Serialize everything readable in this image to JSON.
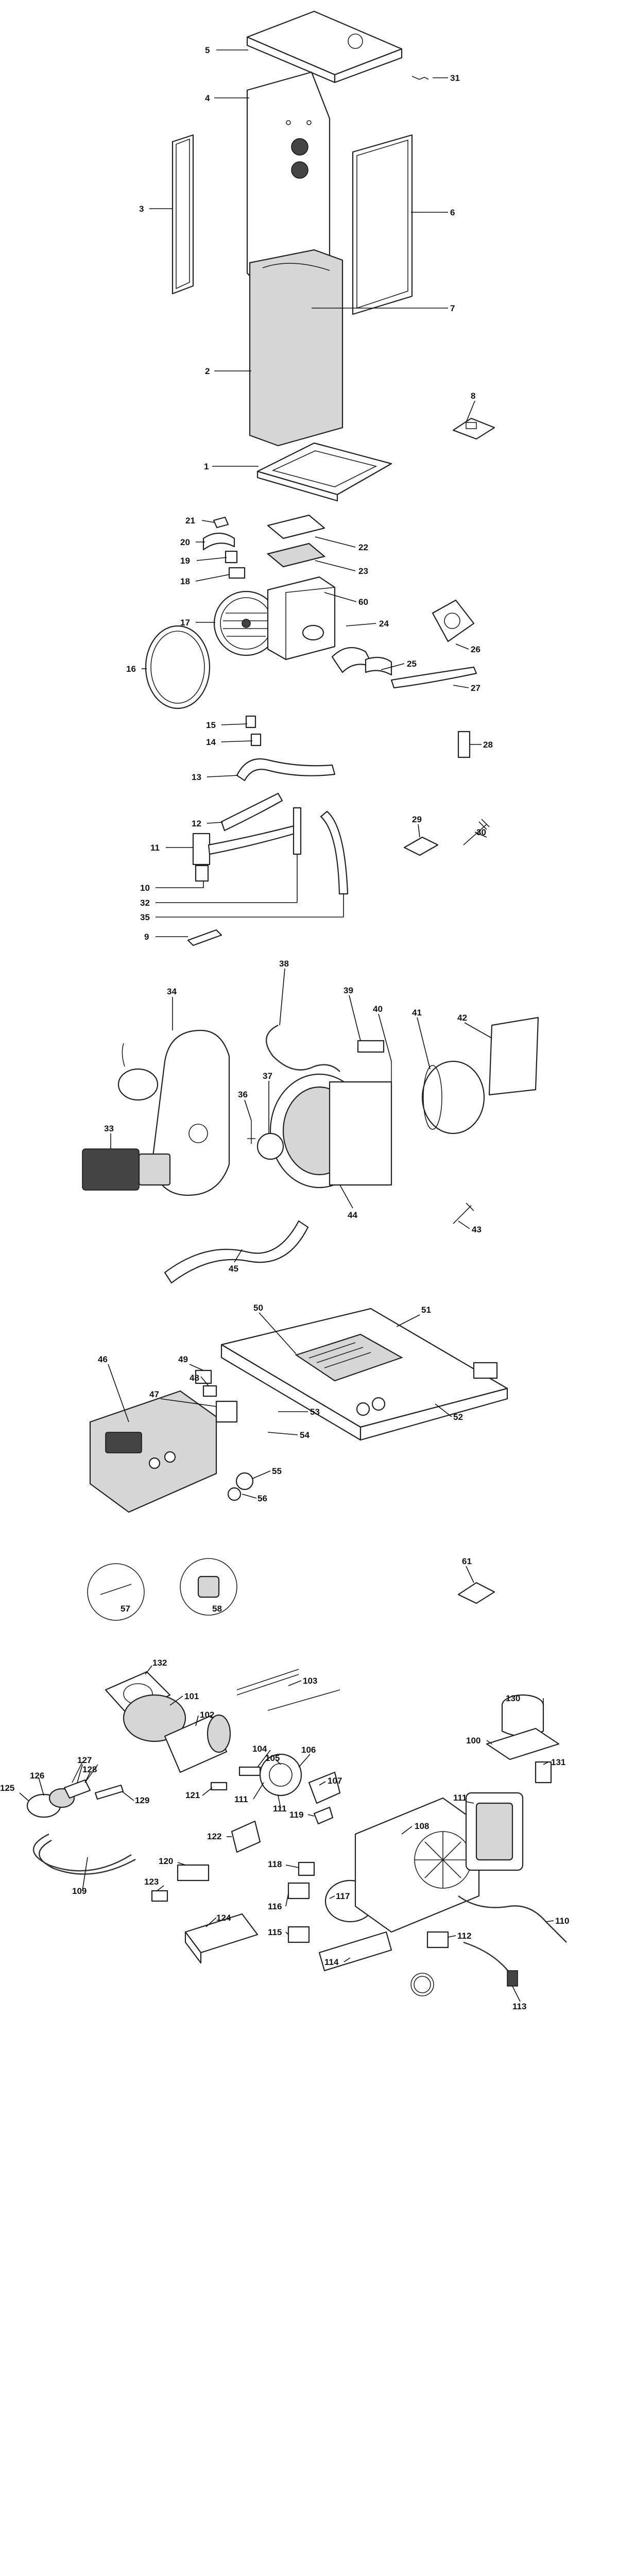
{
  "callouts": {
    "c1": "1",
    "c2": "2",
    "c3": "3",
    "c4": "4",
    "c5": "5",
    "c6": "6",
    "c7": "7",
    "c8": "8",
    "c9": "9",
    "c10": "10",
    "c11": "11",
    "c12": "12",
    "c13": "13",
    "c14": "14",
    "c15": "15",
    "c16": "16",
    "c17": "17",
    "c18": "18",
    "c19": "19",
    "c20": "20",
    "c21": "21",
    "c22": "22",
    "c23": "23",
    "c24": "24",
    "c25": "25",
    "c26": "26",
    "c27": "27",
    "c28": "28",
    "c29": "29",
    "c30": "30",
    "c31": "31",
    "c32": "32",
    "c33": "33",
    "c34": "34",
    "c35": "35",
    "c36": "36",
    "c37": "37",
    "c38": "38",
    "c39": "39",
    "c40": "40",
    "c41": "41",
    "c42": "42",
    "c43": "43",
    "c44": "44",
    "c45": "45",
    "c46": "46",
    "c47": "47",
    "c48": "48",
    "c49": "49",
    "c50": "50",
    "c51": "51",
    "c52": "52",
    "c53": "53",
    "c54": "54",
    "c55": "55",
    "c56": "56",
    "c57": "57",
    "c58": "58",
    "c60": "60",
    "c61": "61",
    "c100": "100",
    "c101": "101",
    "c102": "102",
    "c103": "103",
    "c104": "104",
    "c105": "105",
    "c106": "106",
    "c107": "107",
    "c108": "108",
    "c109": "109",
    "c110": "110",
    "c111a": "111",
    "c111b": "111",
    "c111c": "111",
    "c112": "112",
    "c113": "113",
    "c114": "114",
    "c115": "115",
    "c116": "116",
    "c117": "117",
    "c118": "118",
    "c119": "119",
    "c120": "120",
    "c121": "121",
    "c122": "122",
    "c123": "123",
    "c124": "124",
    "c125": "125",
    "c126": "126",
    "c127": "127",
    "c128": "128",
    "c129": "129",
    "c130": "130",
    "c131": "131",
    "c132": "132"
  },
  "icons": {
    "boiler-casing": "exploded-casing-panels",
    "burner-assembly": "exploded-burner",
    "control-box": "electronic-controller"
  }
}
